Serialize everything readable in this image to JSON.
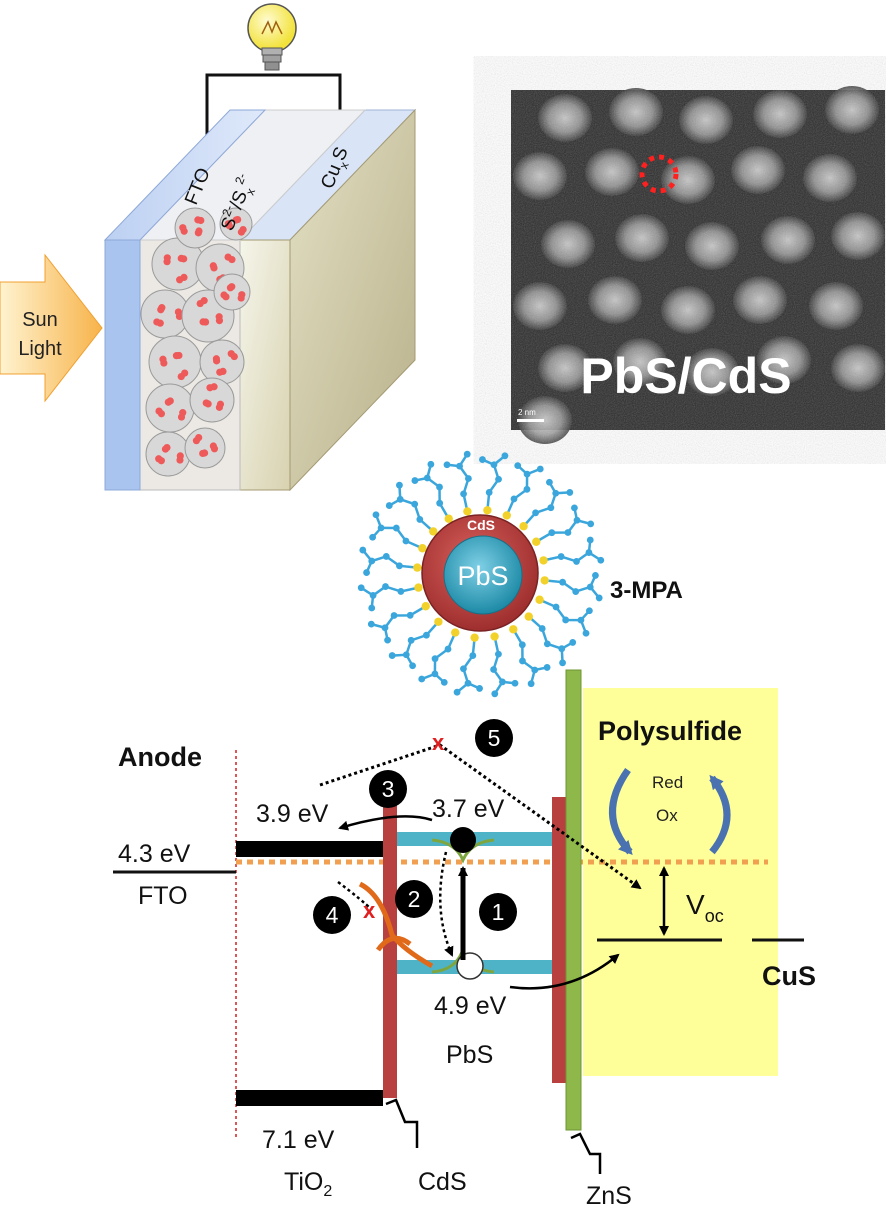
{
  "cell": {
    "sun_line1": "Sun",
    "sun_line2": "Light",
    "fto": "FTO",
    "electrolyte_main": "S",
    "electrolyte_sup1": "2-",
    "electrolyte_slash": "/S",
    "electrolyte_sub": "x",
    "electrolyte_sup2": "2-",
    "counter_main": "Cu",
    "counter_sub": "x",
    "counter_end": "S"
  },
  "micrograph": {
    "label": "PbS/CdS",
    "scale_bar": "2 nm"
  },
  "quantum_dot": {
    "shell": "CdS",
    "core": "PbS",
    "ligand": "3-MPA"
  },
  "energy": {
    "anode": "Anode",
    "polysulfide": "Polysulfide",
    "fto_level": "4.3 eV",
    "fto": "FTO",
    "tio2_cb": "3.9 eV",
    "pbs_cb": "3.7 eV",
    "pbs_vb": "4.9 eV",
    "pbs": "PbS",
    "tio2_vb": "7.1 eV",
    "tio2_main": "TiO",
    "tio2_sub": "2",
    "cds": "CdS",
    "zns": "ZnS",
    "cus": "CuS",
    "red": "Red",
    "ox": "Ox",
    "voc_main": "V",
    "voc_sub": "oc",
    "x_mark": "x",
    "steps": [
      "1",
      "2",
      "3",
      "4",
      "5"
    ]
  },
  "colors": {
    "fto_blue": "#a9c4ee",
    "qd_red": "#ee5a5a",
    "cds_red": "#b8403f",
    "pbs_teal": "#2aa7c2",
    "band_teal": "#4fb3c8",
    "zns_green": "#8fb84a",
    "polysulfide_yellow": "#ffff99",
    "fermi_orange": "#f0a050",
    "ligand_blue": "#3aa6dc",
    "ligand_yellow": "#f2d22a",
    "arrow_blue": "#4a72b0",
    "cross_red": "#e02020"
  }
}
